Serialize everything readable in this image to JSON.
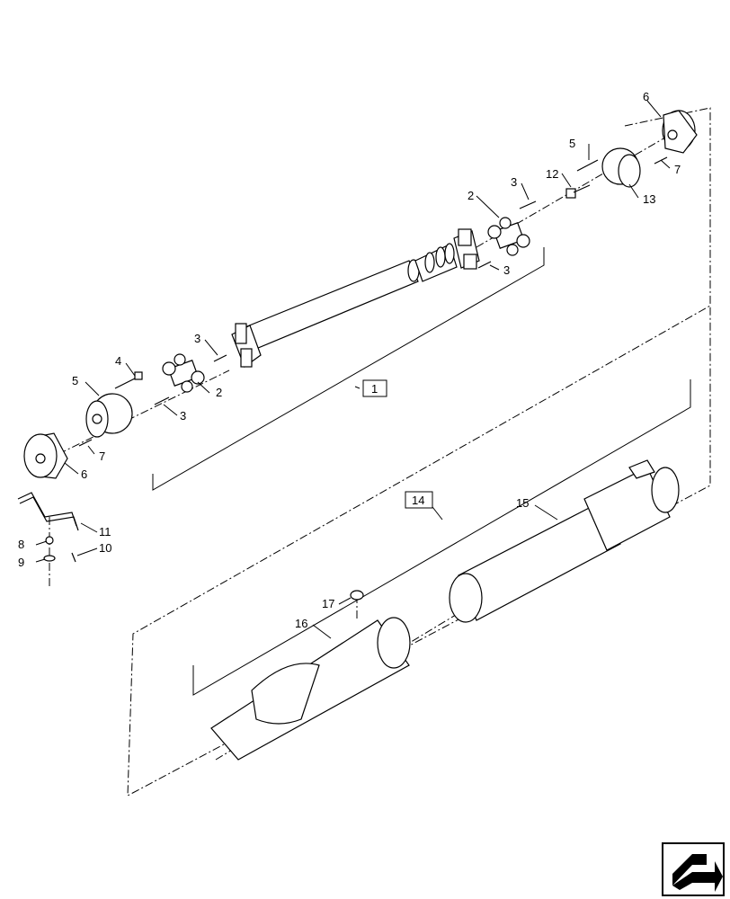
{
  "callouts": {
    "c1": "1",
    "c2a": "2",
    "c2b": "2",
    "c3a": "3",
    "c3b": "3",
    "c3c": "3",
    "c3d": "3",
    "c4": "4",
    "c5a": "5",
    "c5b": "5",
    "c6a": "6",
    "c6b": "6",
    "c7a": "7",
    "c7b": "7",
    "c8": "8",
    "c9": "9",
    "c10": "10",
    "c11": "11",
    "c12": "12",
    "c13": "13",
    "c14": "14",
    "c15": "15",
    "c16": "16",
    "c17": "17"
  },
  "nav_icon": "next-page-arrow-icon"
}
